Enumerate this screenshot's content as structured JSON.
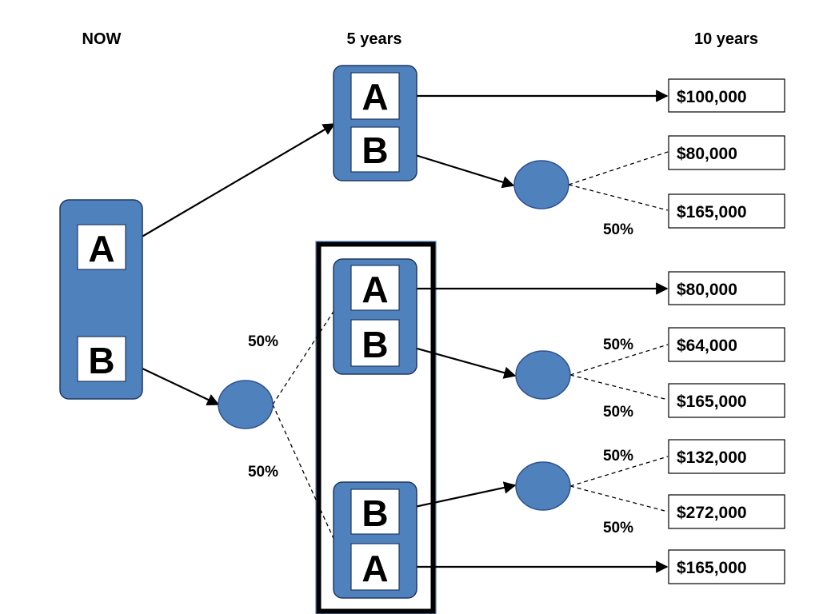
{
  "headers": {
    "now": "NOW",
    "five": "5 years",
    "ten": "10 years"
  },
  "options": {
    "a": "A",
    "b": "B"
  },
  "probabilities": {
    "p1": "50%",
    "p2": "50%",
    "p3": "50%",
    "p4": "50%",
    "p5": "50%",
    "p6": "50%",
    "p7": "50%"
  },
  "payoffs": {
    "p1": "$100,000",
    "p2": "$80,000",
    "p3": "$165,000",
    "p4": "$80,000",
    "p5": "$64,000",
    "p6": "$165,000",
    "p7": "$132,000",
    "p8": "$272,000",
    "p9": "$165,000"
  },
  "colors": {
    "node_fill": "#4f81bd",
    "node_stroke": "#1f3864"
  }
}
